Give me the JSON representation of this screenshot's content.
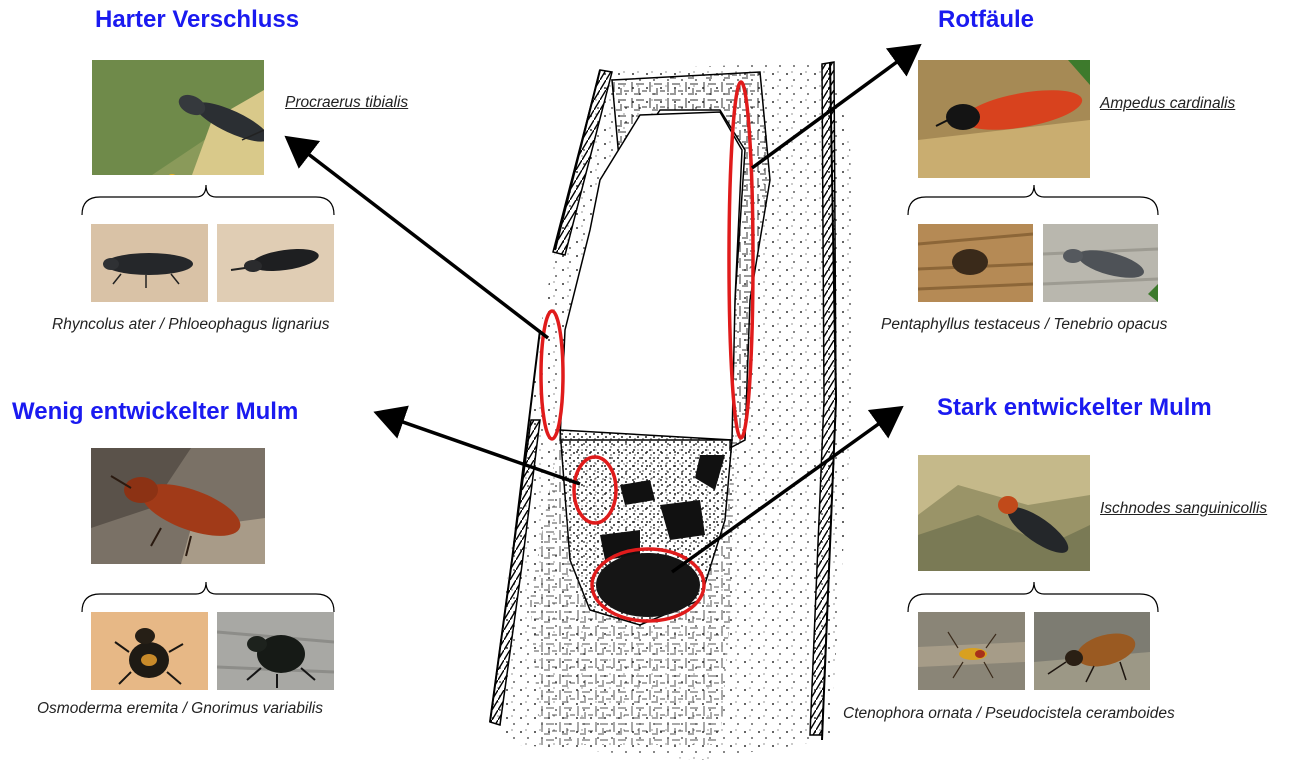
{
  "groups": {
    "top_left": {
      "heading": "Harter Verschluss",
      "main_species": "Procraerus tibialis",
      "secondary_species": "Rhyncolus ater / Phloeophagus lignarius"
    },
    "bottom_left": {
      "heading": "Wenig entwickelter Mulm",
      "secondary_species": "Osmoderma eremita / Gnorimus variabilis"
    },
    "top_right": {
      "heading": "Rotfäule",
      "main_species": "Ampedus cardinalis",
      "secondary_species": "Pentaphyllus testaceus / Tenebrio opacus"
    },
    "bottom_right": {
      "heading": "Stark entwickelter Mulm",
      "main_species": "Ischnodes sanguinicollis",
      "secondary_species": "Ctenophora ornata / Pseudocistela ceramboides"
    }
  },
  "colors": {
    "heading": "#1a1af0",
    "highlight_ellipse": "#e01b1b",
    "arrow": "#000000"
  }
}
